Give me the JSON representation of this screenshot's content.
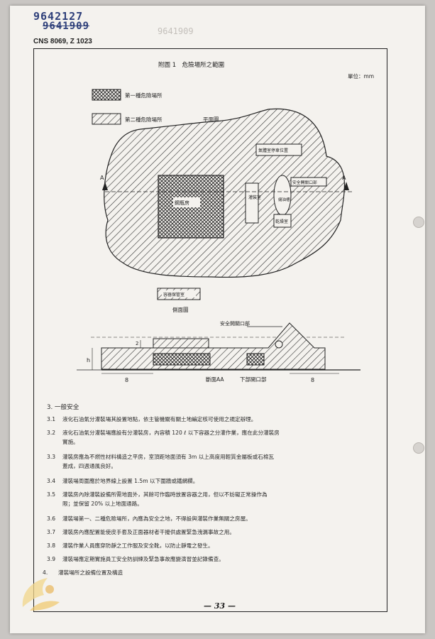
{
  "stamps": {
    "code_top": "9642127",
    "code_second": "9641909",
    "code_faint": "9641909"
  },
  "header": {
    "standard": "CNS 8069, Z 1023"
  },
  "figure": {
    "caption": "附圖 1　危險場所之範圍",
    "unit": "單位：mm",
    "legend_type1": "第一種危險場所",
    "legend_type2": "第二種危險場所",
    "plan_label": "平面圖",
    "side_label": "側面圖",
    "section_label": "斷面AA",
    "room_gas_storage": "鋼瓶房",
    "room_filling": "灌裝室",
    "room_dryer": "乾燥室",
    "room_equipment": "氣體室停車位置",
    "room_pit": "儲油槽",
    "gas_cabinet": "容器保管室",
    "safety_valve": "安全開關口部",
    "safety_valve_section": "安全開關口部",
    "lower_opening": "下部開口部",
    "marker_a": "A",
    "dim_8": "8",
    "dim_2": "2",
    "dim_h": "h"
  },
  "section3": {
    "title": "3. 一般安全",
    "items": [
      {
        "num": "3.1",
        "lines": [
          "液化石油氣分灌裝場其設置地點，依主管機關有關土地編定核可使用之規定辦理。"
        ]
      },
      {
        "num": "3.2",
        "lines": [
          "液化石油氣分灌裝場應設有分灌裝房，內容積 120 ℓ 以下容器之分灌作業，應在此分灌裝房",
          "實施。"
        ]
      },
      {
        "num": "3.3",
        "lines": [
          "灌裝房應為不燃性材料構造之平房，室頂距地面須有 3m 以上高度用輕質金屬板或石棉瓦",
          "蓋成，四週通風良好。"
        ]
      },
      {
        "num": "3.4",
        "lines": [
          "灌裝場周圍應於地界線上設置 1.5m 以下圍牆或鐵網欄。"
        ]
      },
      {
        "num": "3.5",
        "lines": [
          "灌裝房內除灌裝設備所需地面外，其餘可作臨時放置容器之用，但以不妨礙正常操作為",
          "限；並保留 20% 以上地面通路。"
        ]
      },
      {
        "num": "3.6",
        "lines": [
          "灌裝場第一、二種危險場所，內應為安全之地，不得設與灌裝作業無關之房屋。"
        ]
      },
      {
        "num": "3.7",
        "lines": [
          "灌裝房內應配置能使皮手套及正面器材者干擾供處置緊急洩漏事故之用。"
        ]
      },
      {
        "num": "3.8",
        "lines": [
          "灌裝作業人員應穿防靜之工作服及安全靴，以防止靜電之發生。"
        ]
      },
      {
        "num": "3.9",
        "lines": [
          "灌裝場應定期實施員工安全防訓練及緊急事故應變演習並記錄備查。"
        ]
      },
      {
        "num": "4.",
        "lines": [
          "灌裝場所之設備位置及構造"
        ]
      }
    ]
  },
  "footer": {
    "page": "— 33 —"
  },
  "colors": {
    "paper": "#f4f2ee",
    "ink": "#222222",
    "stamp_blue": "#2e3f7a"
  }
}
